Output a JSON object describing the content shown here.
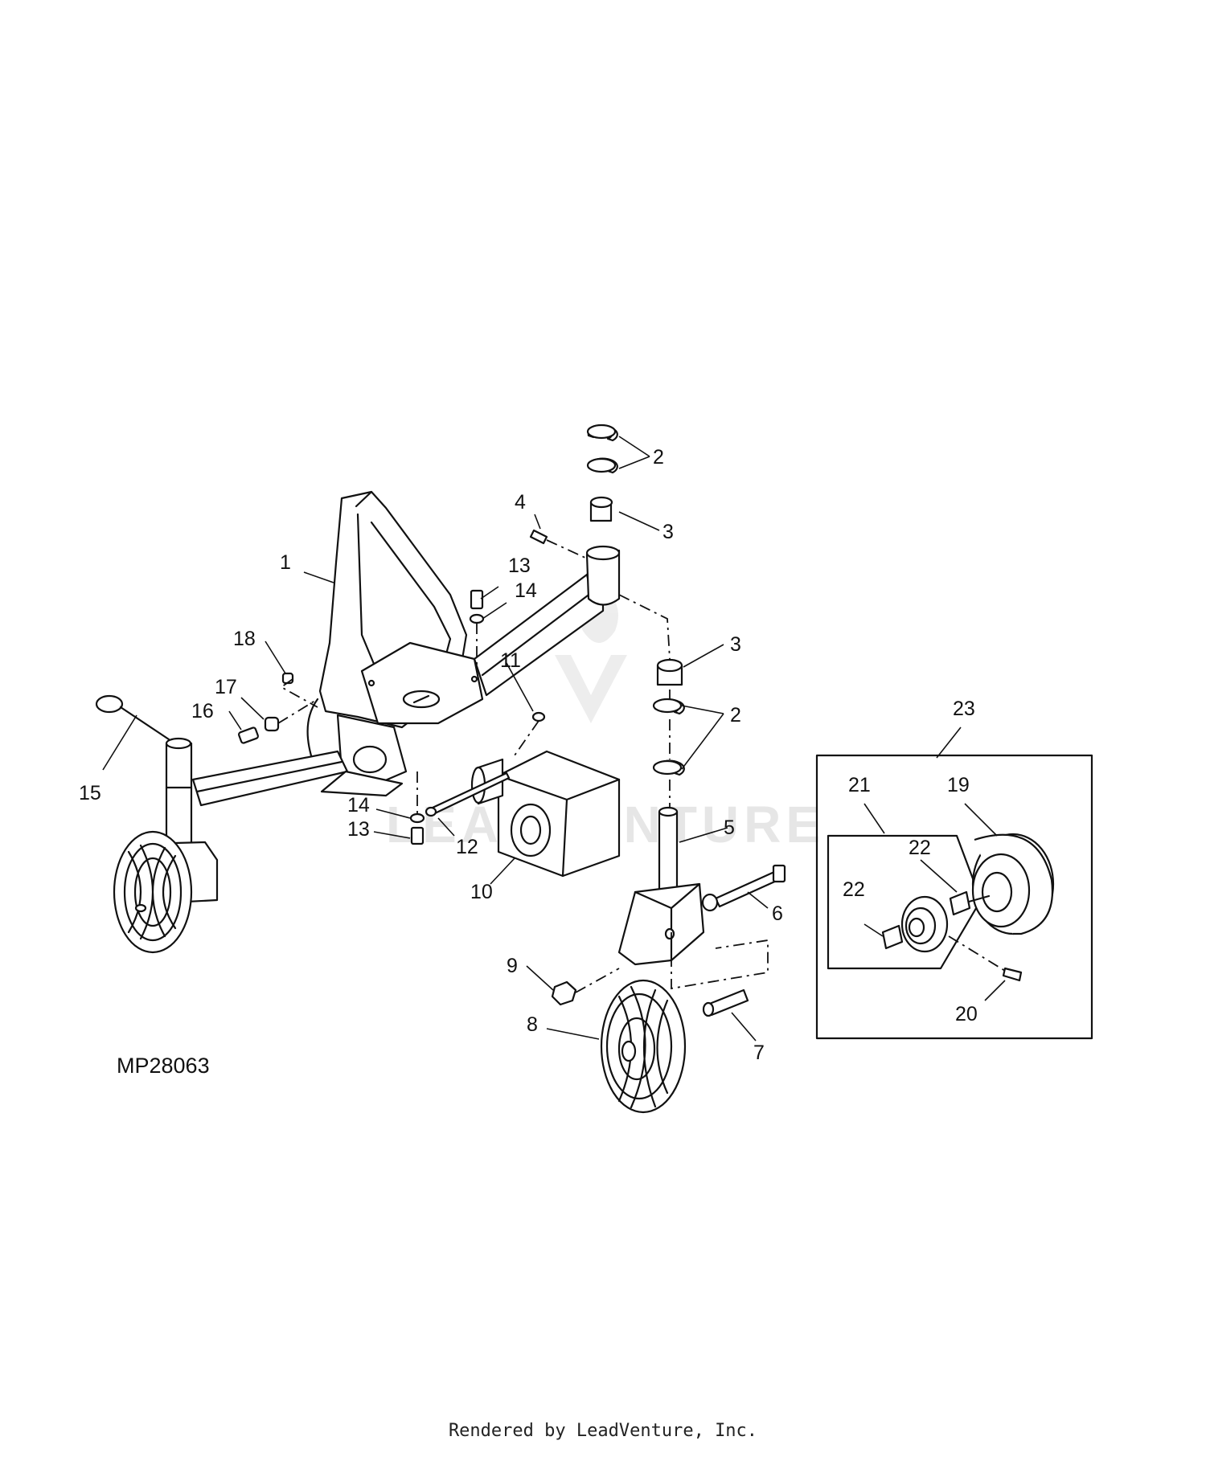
{
  "figure_id": "MP28063",
  "watermark": "LEADVENTURE",
  "footer": "Rendered by LeadVenture, Inc.",
  "callouts": {
    "c1": "1",
    "c2a": "2",
    "c2b": "2",
    "c3a": "3",
    "c3b": "3",
    "c4": "4",
    "c5": "5",
    "c6": "6",
    "c7": "7",
    "c8": "8",
    "c9": "9",
    "c10": "10",
    "c11": "11",
    "c12": "12",
    "c13a": "13",
    "c13b": "13",
    "c14a": "14",
    "c14b": "14",
    "c15": "15",
    "c16": "16",
    "c17": "17",
    "c18": "18",
    "c19": "19",
    "c20": "20",
    "c21": "21",
    "c22a": "22",
    "c22b": "22",
    "c23": "23"
  }
}
